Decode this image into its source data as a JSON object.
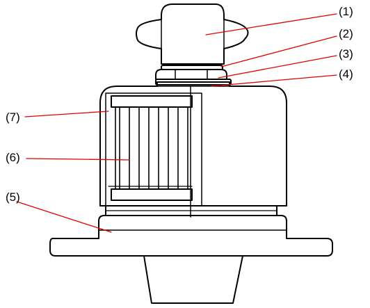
{
  "callouts": [
    {
      "id": "1",
      "text": "(1)"
    },
    {
      "id": "2",
      "text": "(2)"
    },
    {
      "id": "3",
      "text": "(3)"
    },
    {
      "id": "4",
      "text": "(4)"
    },
    {
      "id": "5",
      "text": "(5)"
    },
    {
      "id": "6",
      "text": "(6)"
    },
    {
      "id": "7",
      "text": "(7)"
    }
  ],
  "colors": {
    "outline": "#000000",
    "leader_line": "#e00000",
    "background": "#ffffff"
  }
}
